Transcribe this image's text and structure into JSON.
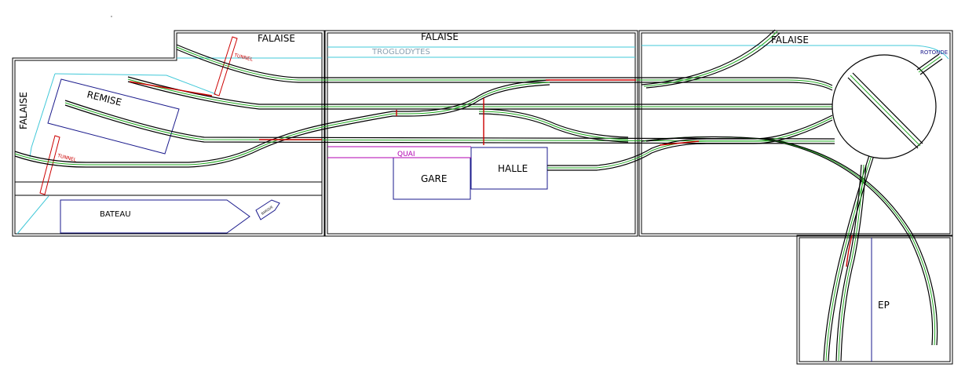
{
  "labels": {
    "falaise": "FALAISE",
    "troglodytes": "TROGLODYTES",
    "remise": "REMISE",
    "tunnel": "TUNNEL",
    "bateau": "BATEAU",
    "barque": "BARQUE",
    "quai": "QUAI",
    "gare": "GARE",
    "halle": "HALLE",
    "rotonde": "ROTONDE",
    "ep": "EP"
  },
  "colors": {
    "frame": "#000000",
    "rail": "#000000",
    "track_center": "#22aa22",
    "track_highlight": "#cc0000",
    "building": "#1a1a8c",
    "cliff_line": "#40c8d8",
    "platform": "#b000b0",
    "troglodytes_text": "#8aa0b0",
    "tunnel_text": "#cc0000",
    "rotonde_text": "#1a1a8c"
  }
}
